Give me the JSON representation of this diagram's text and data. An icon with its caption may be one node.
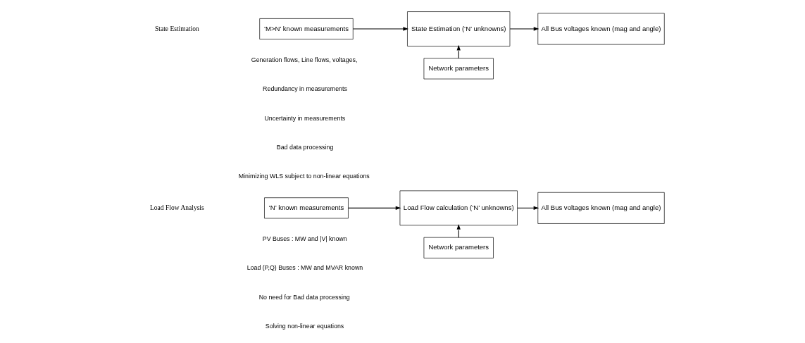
{
  "diagram": {
    "nodes": [
      {
        "text": [
          "‘N’ known measurements"
        ]
      },
      {
        "text": [
          "Load Flow calculation (‘N’ unknowns)"
        ]
      },
      {
        "text": [
          "All Bus voltages known (mag and angle)"
        ]
      },
      {
        "text": [
          "Network parameters"
        ]
      },
      {
        "text": [
          "‘M>N’ known measurements"
        ]
      },
      {
        "text": [
          "State Estimation (‘N’ unknowns)"
        ]
      },
      {
        "text": [
          "All Bus voltages known (mag and angle)"
        ]
      },
      {
        "text": [
          "Network parameters"
        ]
      }
    ],
    "edges": [
      {
        "from": 0,
        "to": 1,
        "arrow": "to"
      },
      {
        "from": 1,
        "to": 2,
        "arrow": "to"
      },
      {
        "from": 3,
        "to": 1,
        "arrow": "to"
      },
      {
        "from": 4,
        "to": 5,
        "arrow": "to"
      },
      {
        "from": 5,
        "to": 6,
        "arrow": "to"
      },
      {
        "from": 7,
        "to": 5,
        "arrow": "to"
      }
    ],
    "labels": [
      "Load Flow Analysis",
      "PV Buses : MW and |V| known",
      "Load (P,Q) Buses : MW and MVAR known",
      "No need for Bad data processing",
      "Solving non-linear equations",
      "State Estimation",
      "Generation flows, Line flows, voltages,",
      "Redundancy in measurements",
      "Uncertainty in measurements",
      "Bad data processing",
      "Minimizing WLS subject to non-linear equations"
    ]
  }
}
